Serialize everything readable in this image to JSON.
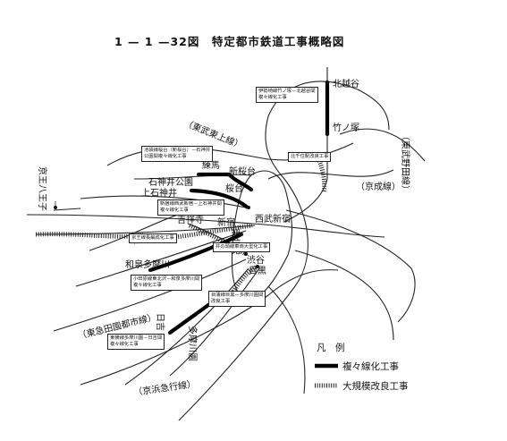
{
  "figure": {
    "title": "1 — 1 —32図　特定都市鉄道工事概略図"
  },
  "line_labels": {
    "tobu_tojo": "（東武東上線）",
    "keisei": "（京成線）",
    "tobu_noda": "（東武野田線）",
    "keio_hachioji": "京王八王子",
    "tokyu_denentoshi": "（東急田園都市線）",
    "keihin_kyuko": "（京浜急行線）"
  },
  "stations": {
    "kitakoshigaya": "北越谷",
    "takenotsuka": "竹ノ塚",
    "nerima": "練馬",
    "shinsakuradai": "新桜台",
    "shakujii_koen": "石神井公園",
    "sakuradai": "桜台",
    "kami_shakujii": "上石神井",
    "kichijoji": "吉祥寺",
    "shinjuku": "新宿",
    "seibu_shinjuku": "西武新宿",
    "higashi_kitazawa": "東北沢",
    "shibuya": "渋谷",
    "izumi_tamagawa": "和泉多摩川",
    "meguro": "目黒",
    "hiyoshi": "日吉",
    "tamagawaen": "多摩川園"
  },
  "project_boxes": {
    "isesaki": "伊勢崎線竹ノ塚－北越谷間\n複々線化工事",
    "kitasenju": "北千住駅改良工事",
    "ikebukuro": "池袋線桜台（新桜台）－石神井\n公園間複々線化工事",
    "shinjuku_line": "新宿線西武新宿－上石神井間\n複々線化工事",
    "keio_hensei": "京王線長編成化工事",
    "inokashira": "井の頭線車両大型化工事",
    "odakyu": "小田原線東北沢－和泉多摩川間\n複々線化工事",
    "meguro_line": "目蒲線目黒－多摩川園間\n改良工事",
    "toyoko": "東横線多摩川園－日吉間\n複々線化工事"
  },
  "legend": {
    "title": "凡　例",
    "quadruple": "複々線化工事",
    "large_scale": "大規模改良工事"
  }
}
